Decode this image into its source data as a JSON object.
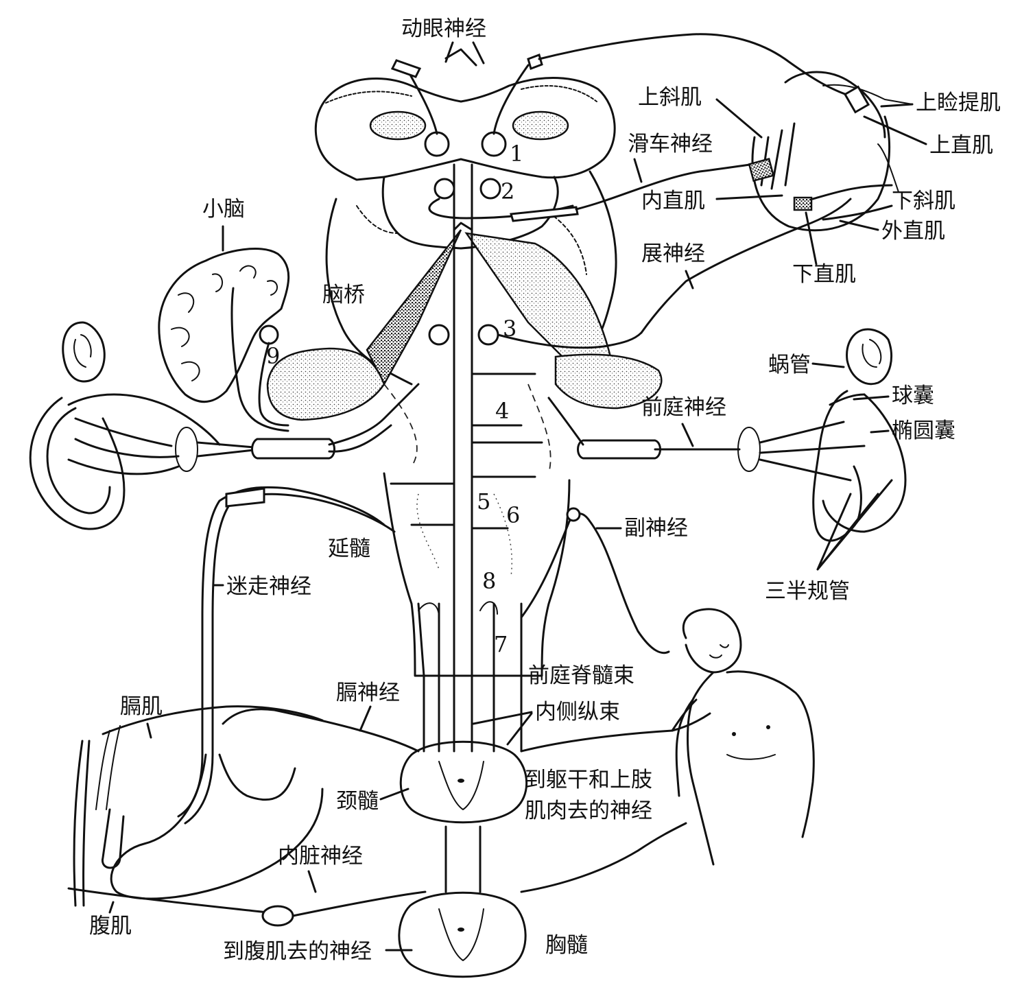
{
  "labels": {
    "oculomotor_nerve": "动眼神经",
    "superior_oblique": "上斜肌",
    "levator_palpebrae": "上睑提肌",
    "superior_rectus": "上直肌",
    "trochlear_nerve": "滑车神经",
    "medial_rectus": "内直肌",
    "inferior_oblique": "下斜肌",
    "lateral_rectus": "外直肌",
    "inferior_rectus": "下直肌",
    "abducens_nerve": "展神经",
    "cerebellum": "小脑",
    "pons": "脑桥",
    "cochlea": "蜗管",
    "saccule": "球囊",
    "utricle": "椭圆囊",
    "vestibular_nerve": "前庭神经",
    "accessory_nerve": "副神经",
    "semicircular_canals": "三半规管",
    "medulla": "延髓",
    "vagus_nerve": "迷走神经",
    "vestibulospinal_tract": "前庭脊髓束",
    "medial_longitudinal_fasciculus": "内侧纵束",
    "phrenic_nerve": "膈神经",
    "diaphragm": "膈肌",
    "to_trunk_upper_limb": "到躯干和上肢",
    "nerves_to_muscles": "肌肉去的神经",
    "cervical_cord": "颈髓",
    "visceral_nerve": "内脏神经",
    "abdominal_muscle": "腹肌",
    "thoracic_cord": "胸髓",
    "nerve_to_abdominal_muscle": "到腹肌去的神经"
  },
  "nuclei": {
    "n1": "1",
    "n2": "2",
    "n3": "3",
    "n4": "4",
    "n5": "5",
    "n6": "6",
    "n7": "7",
    "n8": "8",
    "n9": "9"
  }
}
